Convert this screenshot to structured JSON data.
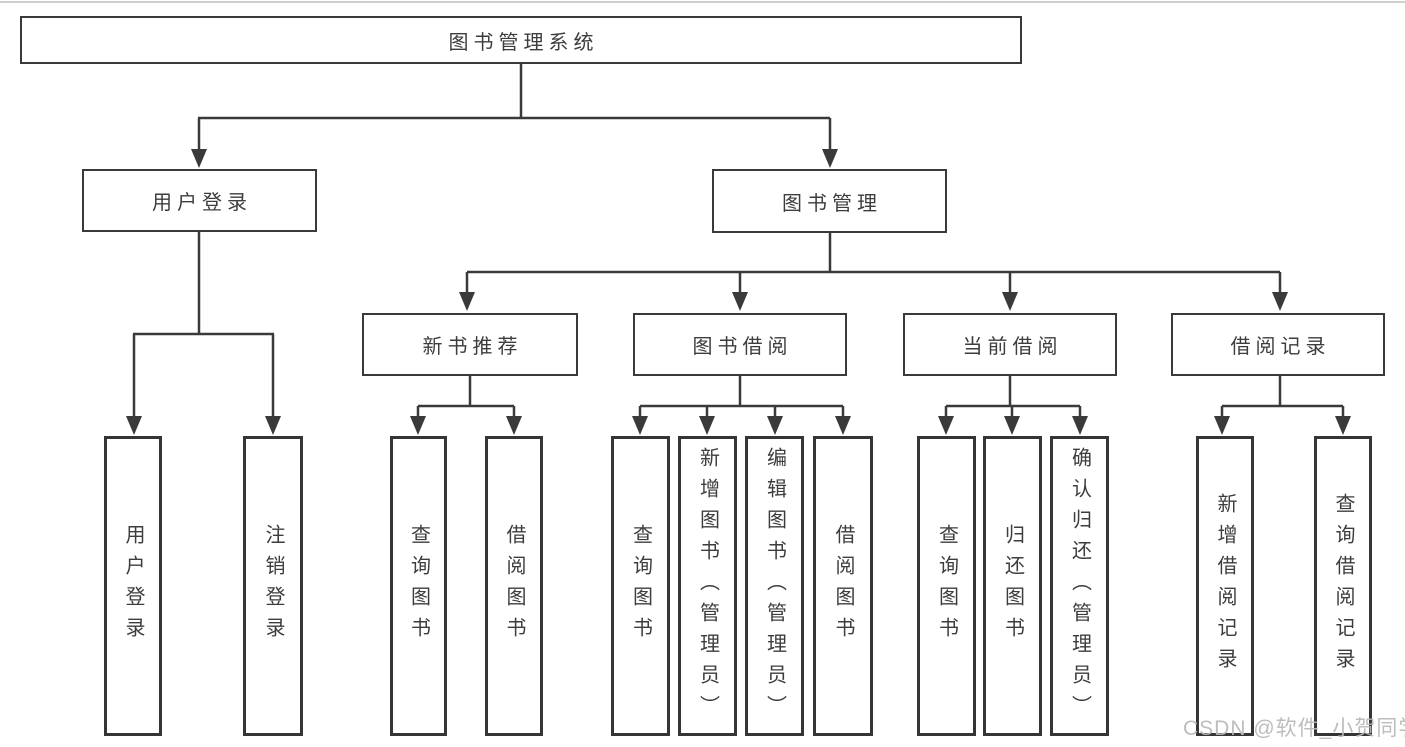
{
  "diagram": {
    "title": "图书管理系统",
    "level2": [
      "用户登录",
      "图书管理"
    ],
    "level3": [
      "新书推荐",
      "图书借阅",
      "当前借阅",
      "借阅记录"
    ],
    "leaves": {
      "login": [
        "用户登录",
        "注销登录"
      ],
      "new_book": [
        "查询图书",
        "借阅图书"
      ],
      "book_borrow": [
        "查询图书",
        "新增图书（管理员）",
        "编辑图书（管理员）",
        "借阅图书"
      ],
      "current_borrow": [
        "查询图书",
        "归还图书",
        "确认归还（管理员）"
      ],
      "borrow_records": [
        "新增借阅记录",
        "查询借阅记录"
      ]
    },
    "colors": {
      "line": "#3a3a3a",
      "text": "#3d3d3d",
      "watermark": "#b9b9b9",
      "background": "#ffffff"
    },
    "watermark": "CSDN @软件_小贺同学"
  }
}
